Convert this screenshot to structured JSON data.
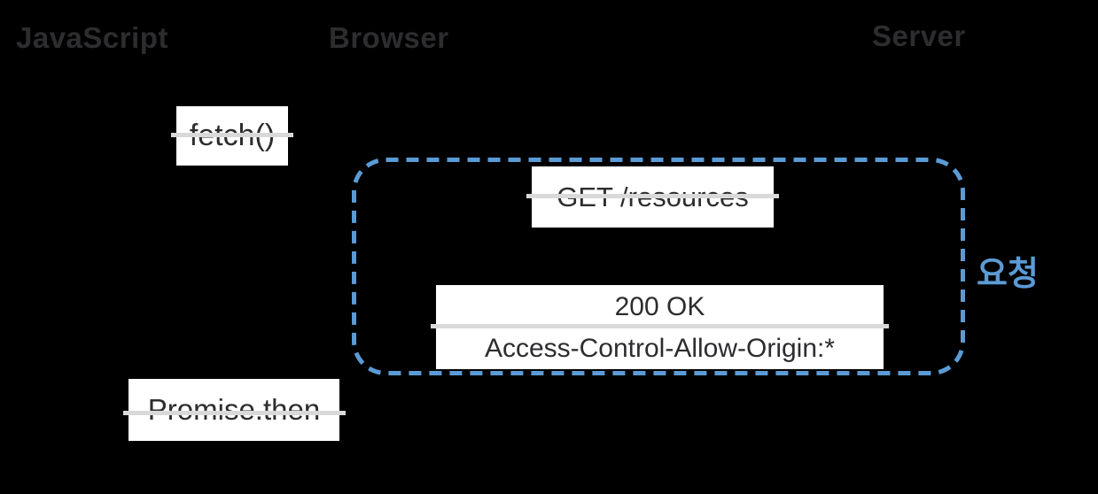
{
  "colors": {
    "background": "#000000",
    "box_fill": "#ffffff",
    "arrow_line_gray": "#d9d9d9",
    "text_dark": "#2d2d30",
    "accent_blue": "#5b9bd5"
  },
  "lanes": [
    {
      "id": "javascript",
      "label": "JavaScript"
    },
    {
      "id": "browser",
      "label": "Browser"
    },
    {
      "id": "server",
      "label": "Server"
    }
  ],
  "messages": {
    "fetch": {
      "label": "fetch()"
    },
    "request": {
      "label": "GET /resources"
    },
    "response": {
      "line1": "200 OK",
      "line2": "Access-Control-Allow-Origin:*"
    },
    "promise": {
      "label": "Promise.then"
    }
  },
  "group": {
    "label": "요청"
  }
}
